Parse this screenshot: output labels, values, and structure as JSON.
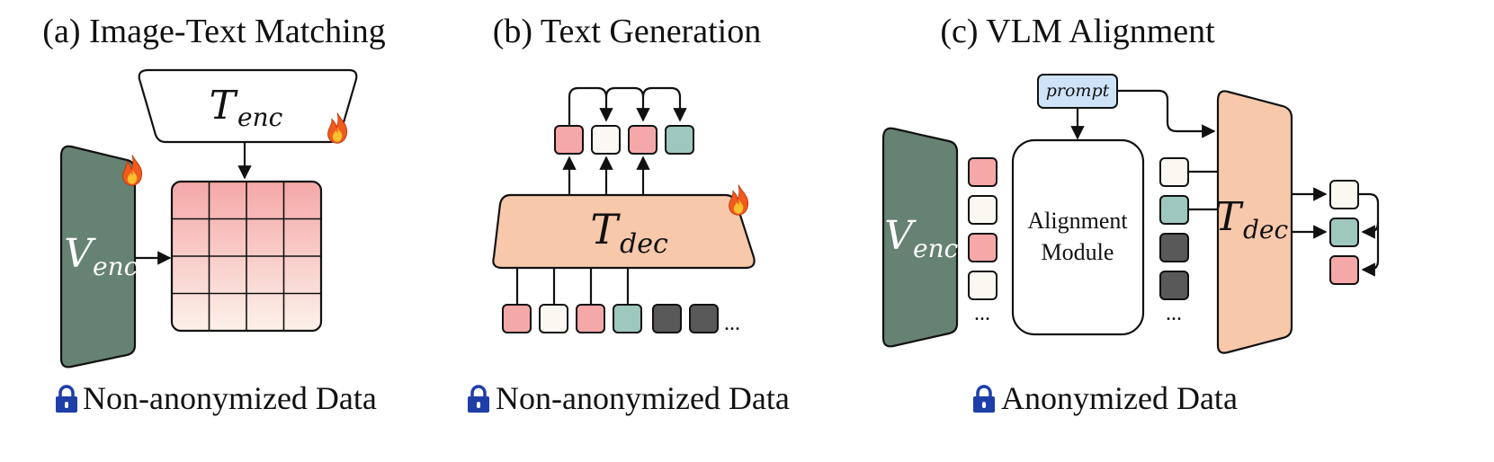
{
  "panels": [
    {
      "title": "(a) Image-Text Matching",
      "text_encoder": {
        "main": "T",
        "sub": "enc"
      },
      "vision_encoder": {
        "main": "V",
        "sub": "enc"
      },
      "data_label": "Non-anonymized Data"
    },
    {
      "title": "(b) Text Generation",
      "text_decoder": {
        "main": "T",
        "sub": "dec"
      },
      "ellipsis": "...",
      "data_label": "Non-anonymized Data"
    },
    {
      "title": "(c) VLM Alignment",
      "prompt": "prompt",
      "vision_encoder": {
        "main": "V",
        "sub": "enc"
      },
      "alignment_module": [
        "Alignment",
        "Module"
      ],
      "text_decoder": {
        "main": "T",
        "sub": "dec"
      },
      "ellipsis": "...",
      "data_label": "Anonymized Data"
    }
  ],
  "colors": {
    "vision_encoder": "#668272",
    "text_decoder": "#f8c8ab",
    "token_pink": "#f4a8a7",
    "token_cream": "#fbf8f2",
    "token_teal": "#9ec7be",
    "token_dark": "#595959",
    "prompt_box": "#cfe3f8",
    "lock": "#1e3ea8",
    "flame_outer": "#f05a1c",
    "flame_inner": "#fbc02d"
  },
  "icons": [
    "flame-icon",
    "lock-icon"
  ]
}
